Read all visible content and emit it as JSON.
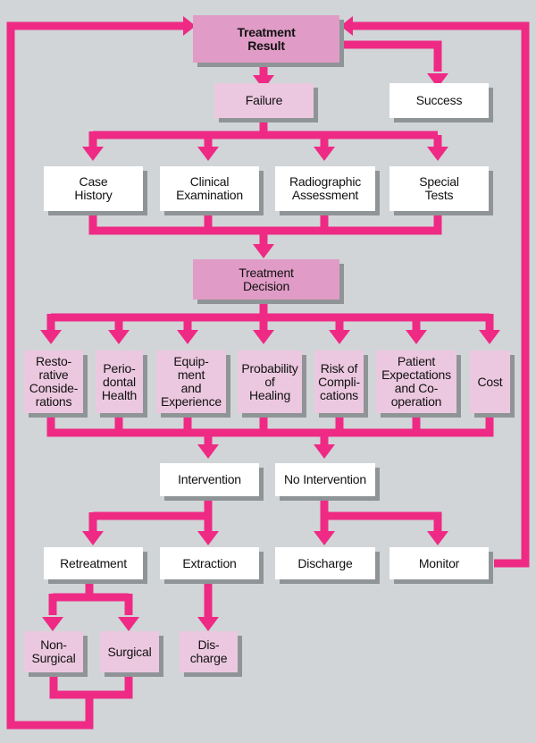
{
  "colors": {
    "connector": "#ee2a85",
    "background": "#d1d5d8",
    "box_white": "#ffffff",
    "box_light_pink": "#ecc8e0",
    "box_dark_pink": "#e09cc6",
    "shadow": "#8f9497"
  },
  "nodes": {
    "treatment_result": "Treatment\nResult",
    "failure": "Failure",
    "success": "Success",
    "case_history": "Case\nHistory",
    "clinical_examination": "Clinical\nExamination",
    "radiographic_assessment": "Radiographic\nAssessment",
    "special_tests": "Special\nTests",
    "treatment_decision": "Treatment\nDecision",
    "restorative": "Resto-\nrative\nConside-\nrations",
    "periodontal": "Perio-\ndontal\nHealth",
    "equipment": "Equip-\nment\nand\nExperience",
    "probability": "Probability\nof\nHealing",
    "risk": "Risk of\nCompli-\ncations",
    "patient": "Patient\nExpectations\nand Co-\noperation",
    "cost": "Cost",
    "intervention": "Intervention",
    "no_intervention": "No Intervention",
    "retreatment": "Retreatment",
    "extraction": "Extraction",
    "discharge": "Discharge",
    "monitor": "Monitor",
    "non_surgical": "Non-\nSurgical",
    "surgical": "Surgical",
    "dis_charge": "Dis-\ncharge"
  },
  "edges": [
    [
      "treatment_result",
      "failure"
    ],
    [
      "treatment_result",
      "success"
    ],
    [
      "failure",
      "case_history"
    ],
    [
      "failure",
      "clinical_examination"
    ],
    [
      "failure",
      "radiographic_assessment"
    ],
    [
      "failure",
      "special_tests"
    ],
    [
      "case_history",
      "treatment_decision"
    ],
    [
      "clinical_examination",
      "treatment_decision"
    ],
    [
      "radiographic_assessment",
      "treatment_decision"
    ],
    [
      "special_tests",
      "treatment_decision"
    ],
    [
      "treatment_decision",
      "restorative"
    ],
    [
      "treatment_decision",
      "periodontal"
    ],
    [
      "treatment_decision",
      "equipment"
    ],
    [
      "treatment_decision",
      "probability"
    ],
    [
      "treatment_decision",
      "risk"
    ],
    [
      "treatment_decision",
      "patient"
    ],
    [
      "treatment_decision",
      "cost"
    ],
    [
      "factors",
      "intervention"
    ],
    [
      "factors",
      "no_intervention"
    ],
    [
      "intervention",
      "retreatment"
    ],
    [
      "intervention",
      "extraction"
    ],
    [
      "no_intervention",
      "discharge"
    ],
    [
      "no_intervention",
      "monitor"
    ],
    [
      "retreatment",
      "non_surgical"
    ],
    [
      "retreatment",
      "surgical"
    ],
    [
      "extraction",
      "dis_charge"
    ],
    [
      "non_surgical",
      "treatment_result"
    ],
    [
      "surgical",
      "treatment_result"
    ],
    [
      "monitor",
      "treatment_result"
    ]
  ]
}
